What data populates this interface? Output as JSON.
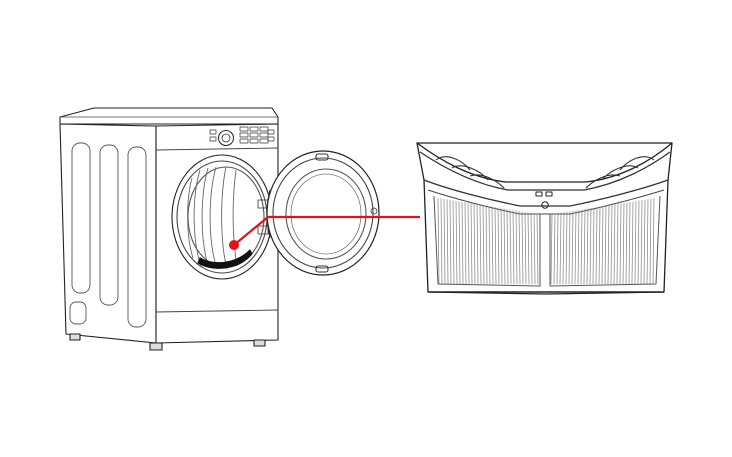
{
  "diagram": {
    "background": "#ffffff",
    "line_color": "#222222",
    "accent_color": "#e2131b",
    "items": [
      {
        "name": "front-load-dryer",
        "label": ""
      },
      {
        "name": "lint-filter",
        "label": ""
      }
    ],
    "callout": {
      "from": "dryer-door-opening",
      "to": "lint-filter"
    }
  }
}
